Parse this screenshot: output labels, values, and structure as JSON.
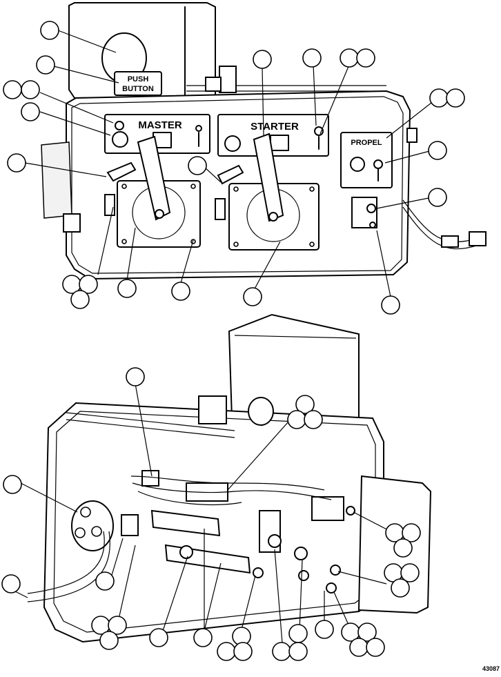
{
  "labels": {
    "push_button": [
      "PUSH",
      "BUTTON"
    ],
    "master": "MASTER",
    "starter": "STARTER",
    "propel": "PROPEL"
  },
  "figure_id": "43087"
}
